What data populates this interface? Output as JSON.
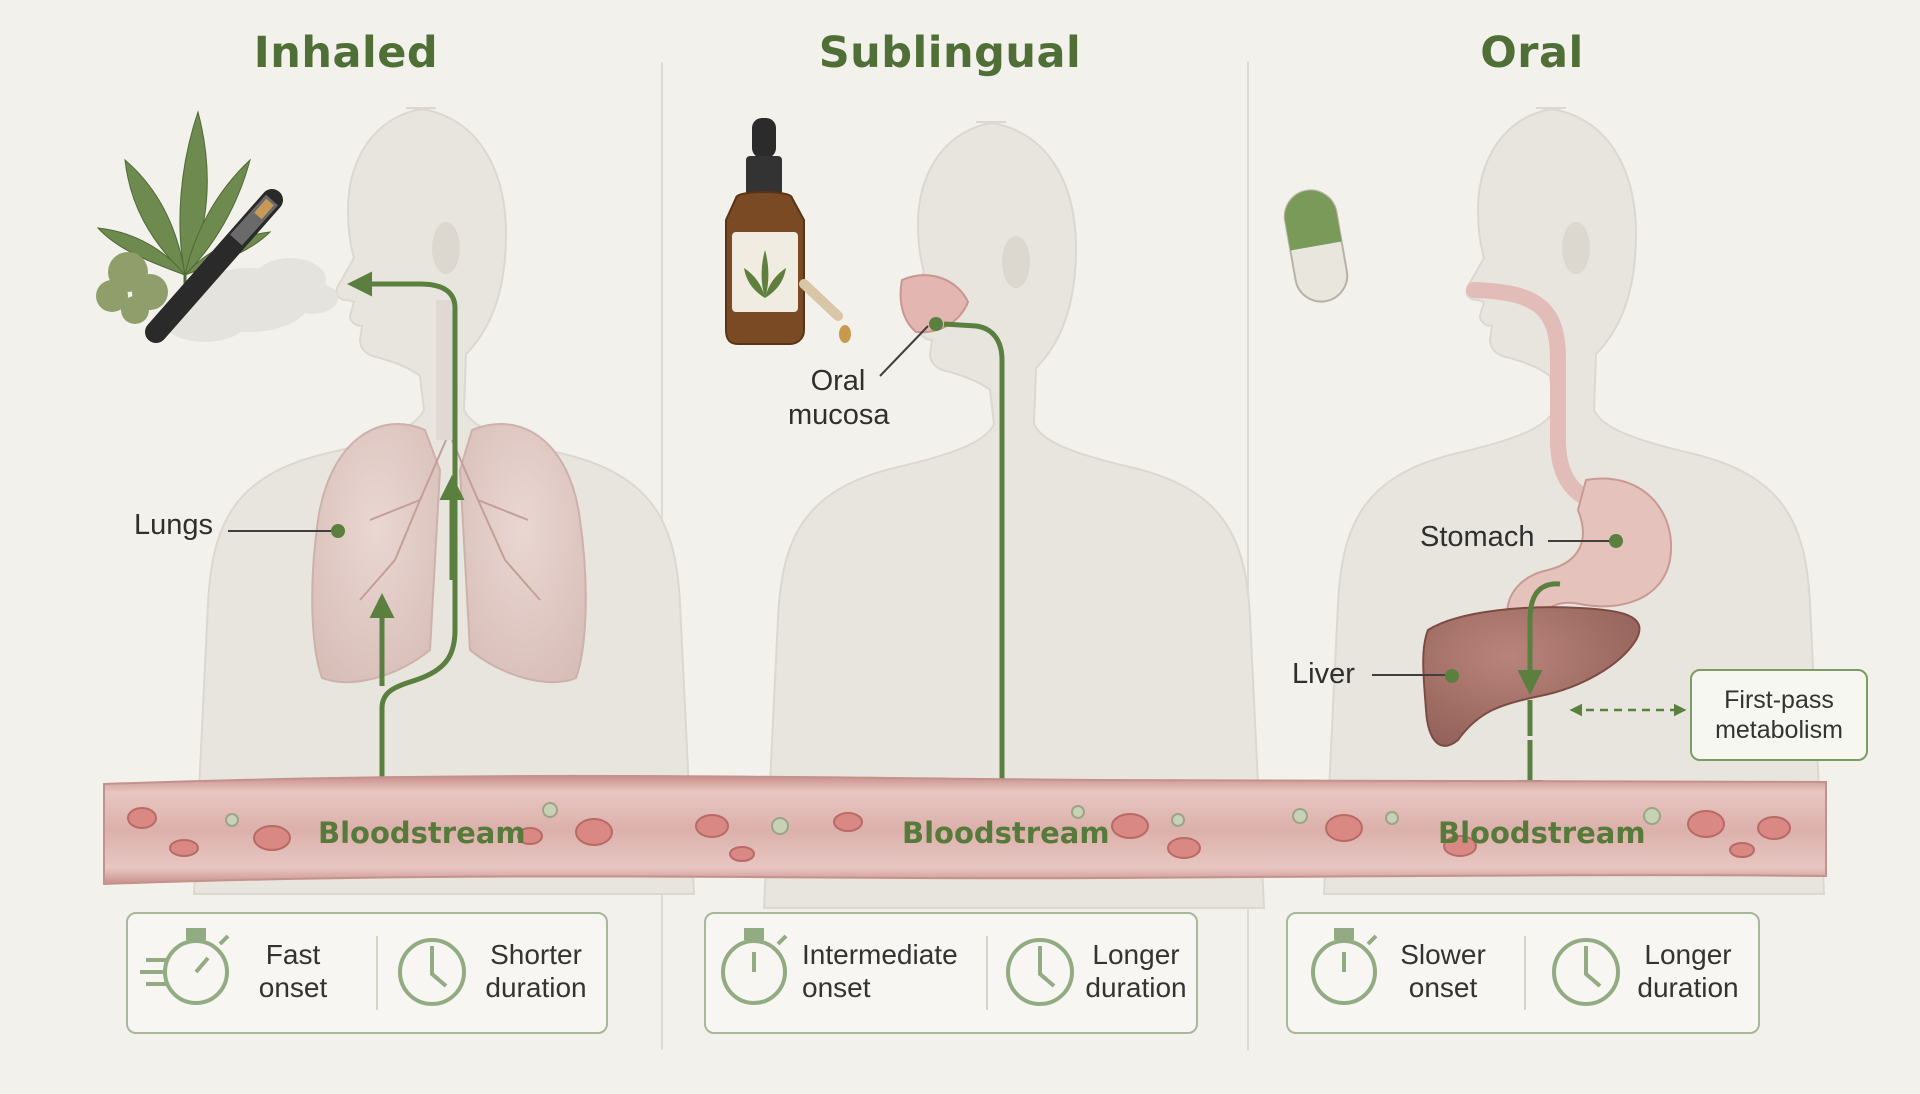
{
  "panels": [
    {
      "title": "Inhaled",
      "site_label": "Lungs",
      "bloodstream_label": "Bloodstream",
      "onset": [
        "Fast",
        "onset"
      ],
      "duration": [
        "Shorter",
        "duration"
      ]
    },
    {
      "title": "Sublingual",
      "site_label": [
        "Oral",
        "mucosa"
      ],
      "bloodstream_label": "Bloodstream",
      "onset": [
        "Intermediate",
        "onset"
      ],
      "duration": [
        "Longer",
        "duration"
      ]
    },
    {
      "title": "Oral",
      "stomach_label": "Stomach",
      "liver_label": "Liver",
      "first_pass": [
        "First-pass",
        "metabolism"
      ],
      "bloodstream_label": "Bloodstream",
      "onset": [
        "Slower",
        "onset"
      ],
      "duration": [
        "Longer",
        "duration"
      ]
    }
  ],
  "icons": [
    "stopwatch-icon",
    "clock-icon",
    "cannabis-leaf-icon",
    "vape-pen-icon",
    "dropper-bottle-icon",
    "capsule-icon"
  ],
  "colors": {
    "accent_green": "#5a7f3f",
    "title_green": "#4f6f37",
    "blood_vessel": "#d9a9a4",
    "background": "#f3f1ec"
  }
}
